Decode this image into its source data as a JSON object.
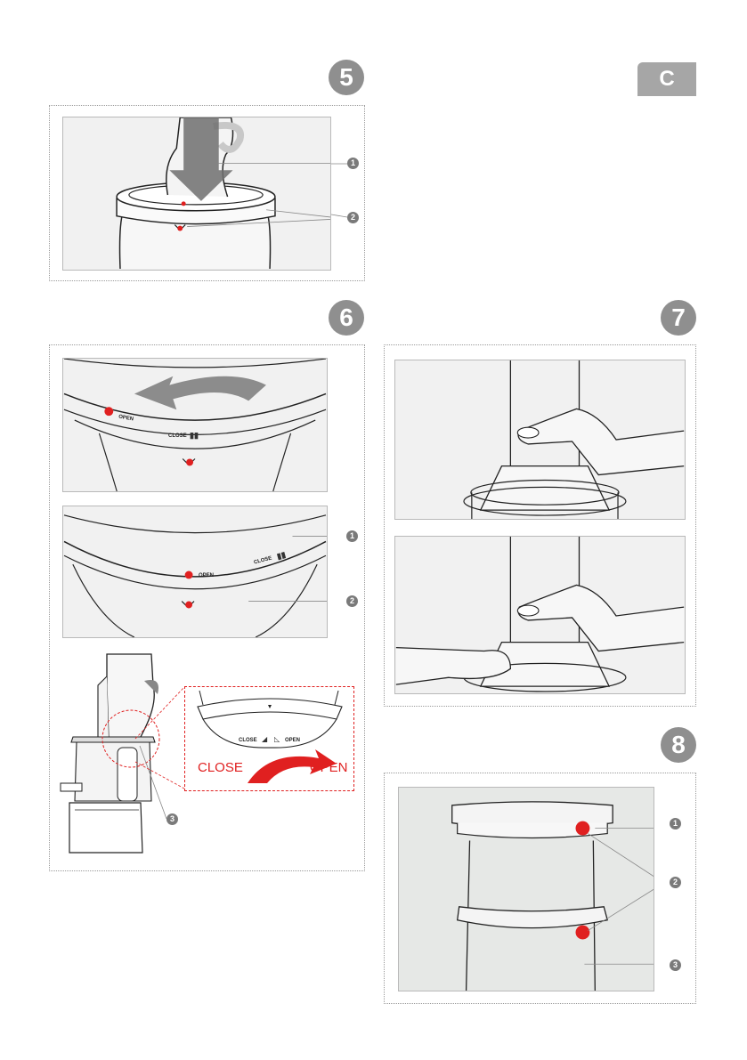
{
  "section": {
    "tag": "C"
  },
  "steps": {
    "s5": {
      "number": "5",
      "callouts": [
        "1",
        "2"
      ]
    },
    "s6": {
      "number": "6",
      "callouts": [
        "1",
        "2",
        "3"
      ],
      "panel_a": {
        "open_label": "OPEN",
        "close_label": "CLOSE"
      },
      "panel_b": {
        "open_label": "OPEN",
        "close_label": "CLOSE"
      },
      "detail": {
        "close_small": "CLOSE",
        "open_small": "OPEN",
        "close_big": "CLOSE",
        "open_big": "OPEN"
      }
    },
    "s7": {
      "number": "7"
    },
    "s8": {
      "number": "8",
      "callouts": [
        "1",
        "2",
        "3"
      ]
    }
  },
  "colors": {
    "badge": "#8f8f8f",
    "accent_red": "#e02020",
    "panel_bg": "#f1f1f1",
    "panel_bg_8": "#e6e8e6"
  }
}
